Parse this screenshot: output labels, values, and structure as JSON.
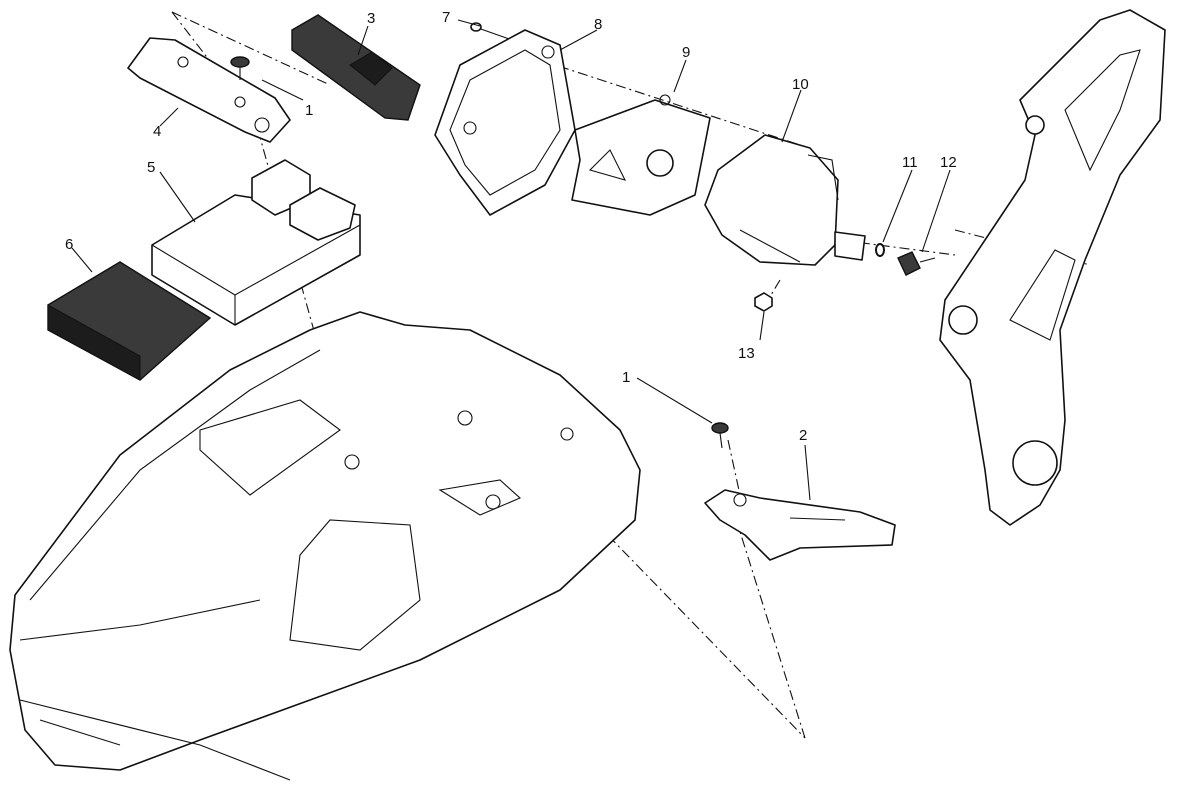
{
  "callouts": [
    {
      "id": "c1a",
      "text": "1"
    },
    {
      "id": "c1b",
      "text": "1"
    },
    {
      "id": "c2",
      "text": "2"
    },
    {
      "id": "c3",
      "text": "3"
    },
    {
      "id": "c4",
      "text": "4"
    },
    {
      "id": "c5",
      "text": "5"
    },
    {
      "id": "c6",
      "text": "6"
    },
    {
      "id": "c7",
      "text": "7"
    },
    {
      "id": "c8",
      "text": "8"
    },
    {
      "id": "c9",
      "text": "9"
    },
    {
      "id": "c10",
      "text": "10"
    },
    {
      "id": "c11",
      "text": "11"
    },
    {
      "id": "c12",
      "text": "12"
    },
    {
      "id": "c13",
      "text": "13"
    }
  ]
}
